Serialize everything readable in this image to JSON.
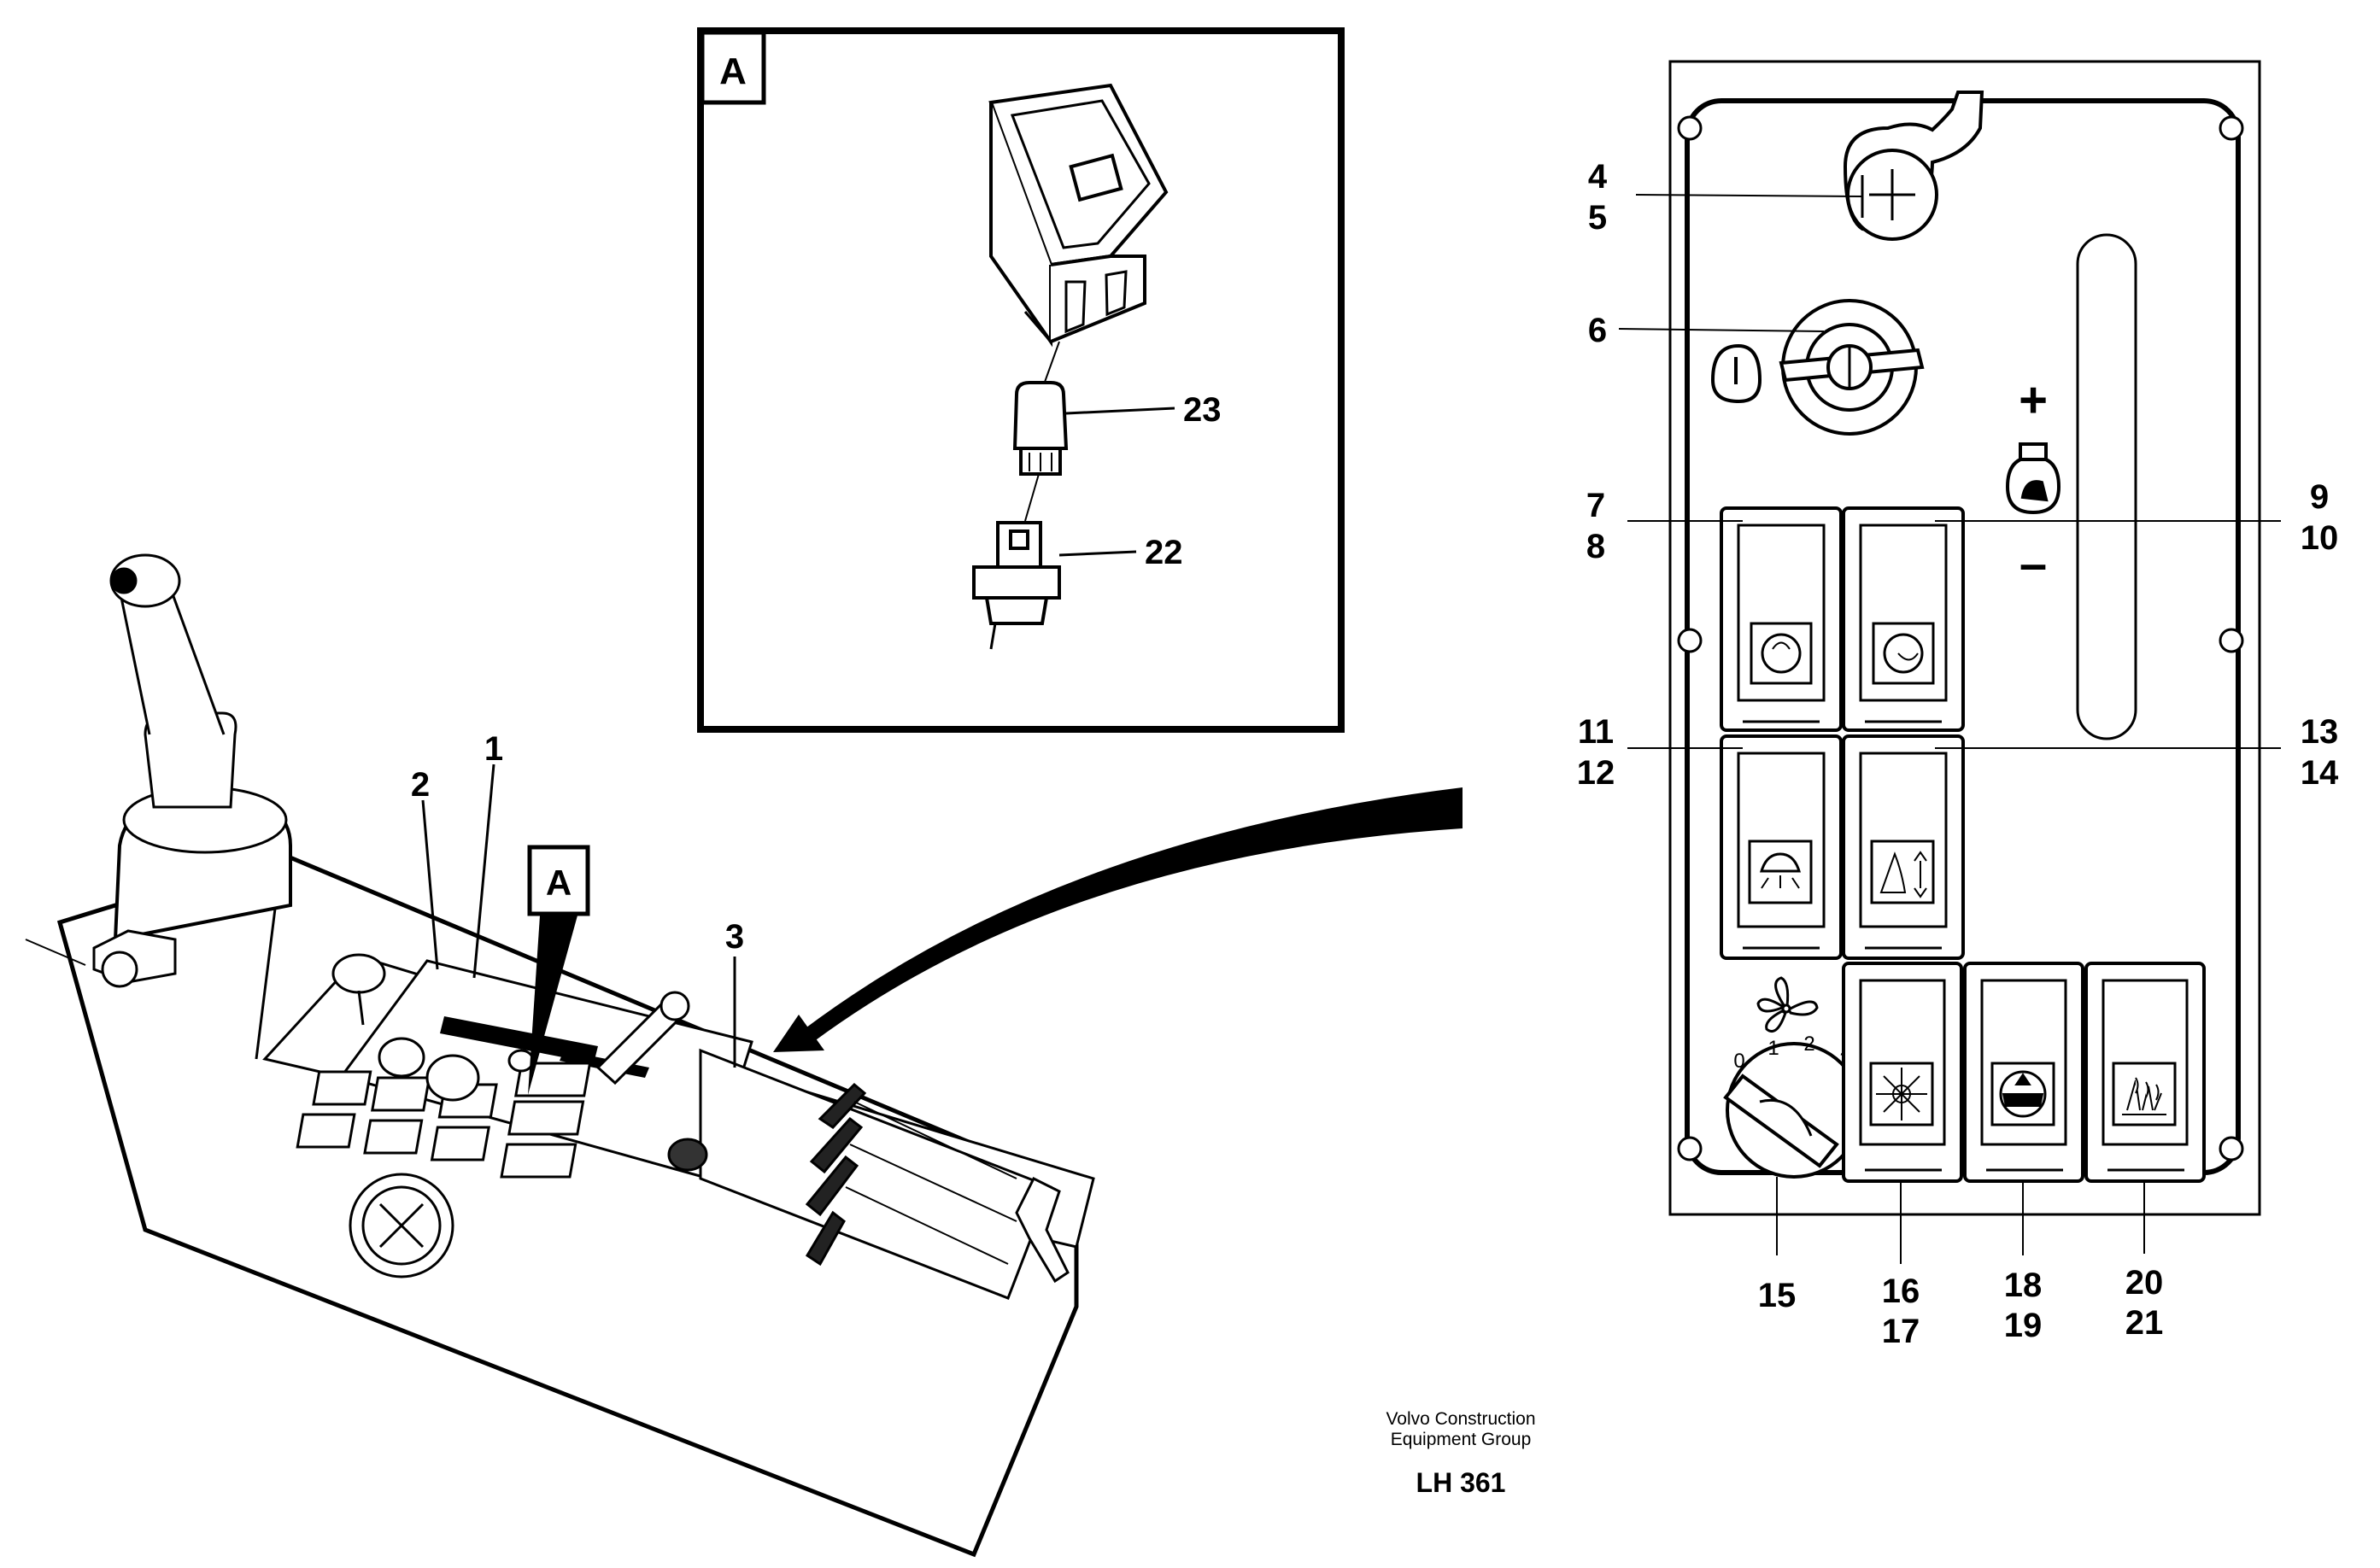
{
  "detail": {
    "tag": "A",
    "callouts": {
      "bulb": "23",
      "holder": "22"
    }
  },
  "console": {
    "tag": "A",
    "callouts": {
      "c1": "1",
      "c2": "2",
      "c3": "3"
    }
  },
  "panel": {
    "callouts": {
      "c4": "4",
      "c5": "5",
      "c6": "6",
      "c7": "7",
      "c8": "8",
      "c9": "9",
      "c10": "10",
      "c11": "11",
      "c12": "12",
      "c13": "13",
      "c14": "14",
      "c15": "15",
      "c16": "16",
      "c17": "17",
      "c18": "18",
      "c19": "19",
      "c20": "20",
      "c21": "21"
    },
    "plus": "+",
    "minus": "–",
    "fan_positions": [
      "0",
      "1",
      "2",
      "3"
    ]
  },
  "footer": {
    "line1": "Volvo Construction",
    "line2": "Equipment Group",
    "code": "LH 361"
  }
}
